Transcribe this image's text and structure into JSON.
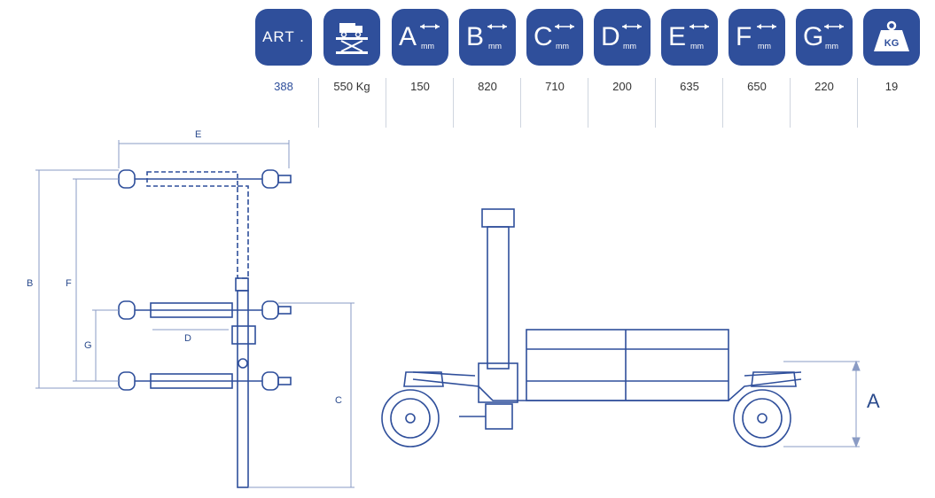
{
  "header": {
    "art_label": "ART .",
    "mm_unit": "mm",
    "kg_label": "KG",
    "columns": [
      {
        "key": "art",
        "icon": "article-icon",
        "value": "388"
      },
      {
        "key": "load",
        "icon": "truck-lift-icon",
        "value": "550 Kg"
      },
      {
        "key": "A",
        "icon": "dimension-a-icon",
        "letter": "A",
        "value": "150"
      },
      {
        "key": "B",
        "icon": "dimension-b-icon",
        "letter": "B",
        "value": "820"
      },
      {
        "key": "C",
        "icon": "dimension-c-icon",
        "letter": "C",
        "value": "710"
      },
      {
        "key": "D",
        "icon": "dimension-d-icon",
        "letter": "D",
        "value": "200"
      },
      {
        "key": "E",
        "icon": "dimension-e-icon",
        "letter": "E",
        "value": "635"
      },
      {
        "key": "F",
        "icon": "dimension-f-icon",
        "letter": "F",
        "value": "650"
      },
      {
        "key": "G",
        "icon": "dimension-g-icon",
        "letter": "G",
        "value": "220"
      },
      {
        "key": "weight",
        "icon": "weight-kg-icon",
        "value": "19"
      }
    ]
  },
  "drawing": {
    "labels": {
      "E": "E",
      "B": "B",
      "F": "F",
      "G": "G",
      "D": "D",
      "C": "C",
      "A": "A"
    },
    "colors": {
      "line": "#2f4f9b",
      "dim": "#8a9bc4"
    }
  }
}
